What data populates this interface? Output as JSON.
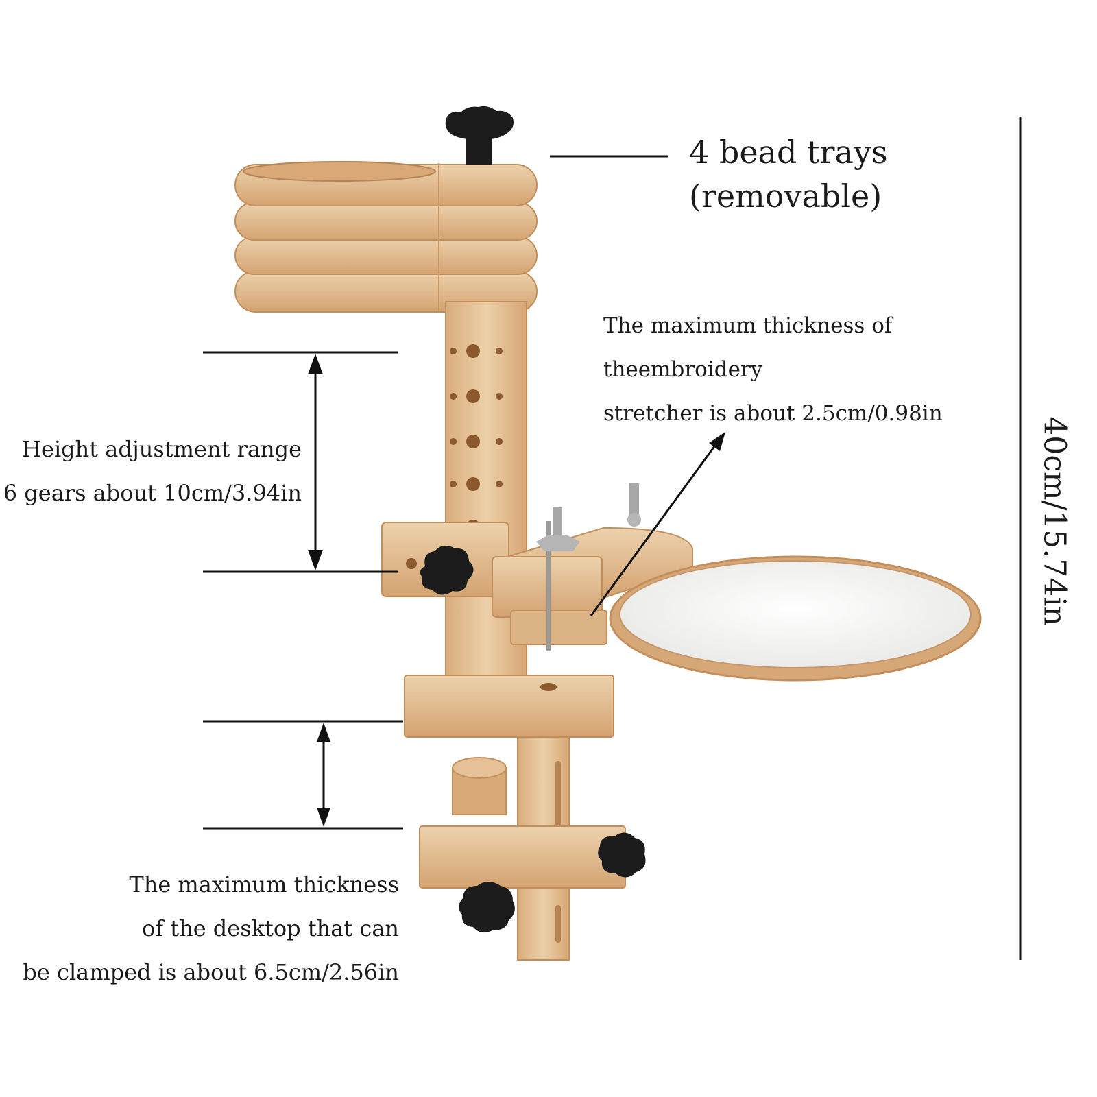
{
  "callouts": {
    "bead_trays": [
      "4 bead trays",
      "(removable)"
    ],
    "hoop_thickness": [
      "The maximum thickness of",
      "theembroidery",
      "stretcher is about 2.5cm/0.98in"
    ],
    "height_range": [
      "Height adjustment range",
      "6 gears about 10cm/3.94in"
    ],
    "desk_thickness": [
      "The maximum thickness",
      "of the desktop that can",
      "be clamped is about 6.5cm/2.56in"
    ],
    "total_height": "40cm/15.74in"
  },
  "colors": {
    "wood_light": "#e8c9a0",
    "wood_mid": "#dcb384",
    "wood_dark": "#c99663",
    "knob": "#1c1c1c",
    "fabric": "#f3f3f1",
    "line": "#111111"
  }
}
